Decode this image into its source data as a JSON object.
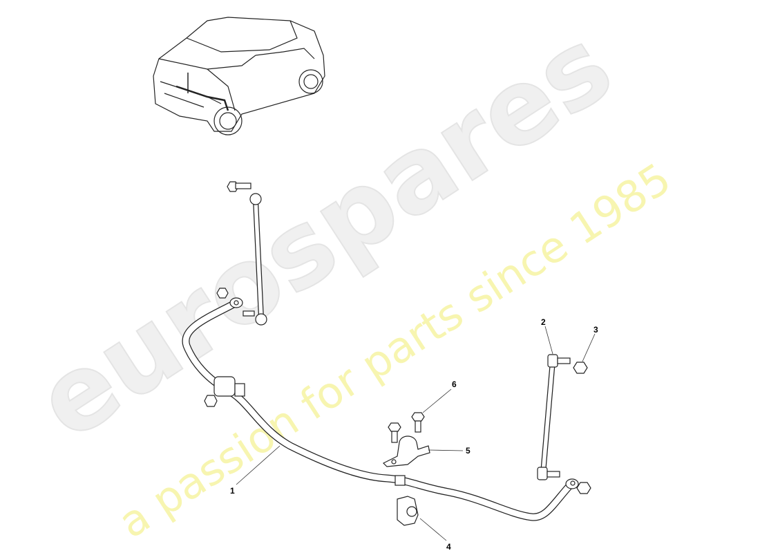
{
  "watermark": {
    "brand": "eurospares",
    "tagline": "a passion for parts since 1985",
    "brand_color": "#ececec",
    "tagline_color": "#f5f3a8"
  },
  "callouts": [
    {
      "number": "1",
      "part": "stabilizer-bar"
    },
    {
      "number": "2",
      "part": "stabilizer-link"
    },
    {
      "number": "3",
      "part": "nut"
    },
    {
      "number": "4",
      "part": "bushing"
    },
    {
      "number": "5",
      "part": "bracket-clamp"
    },
    {
      "number": "6",
      "part": "bolt"
    }
  ]
}
